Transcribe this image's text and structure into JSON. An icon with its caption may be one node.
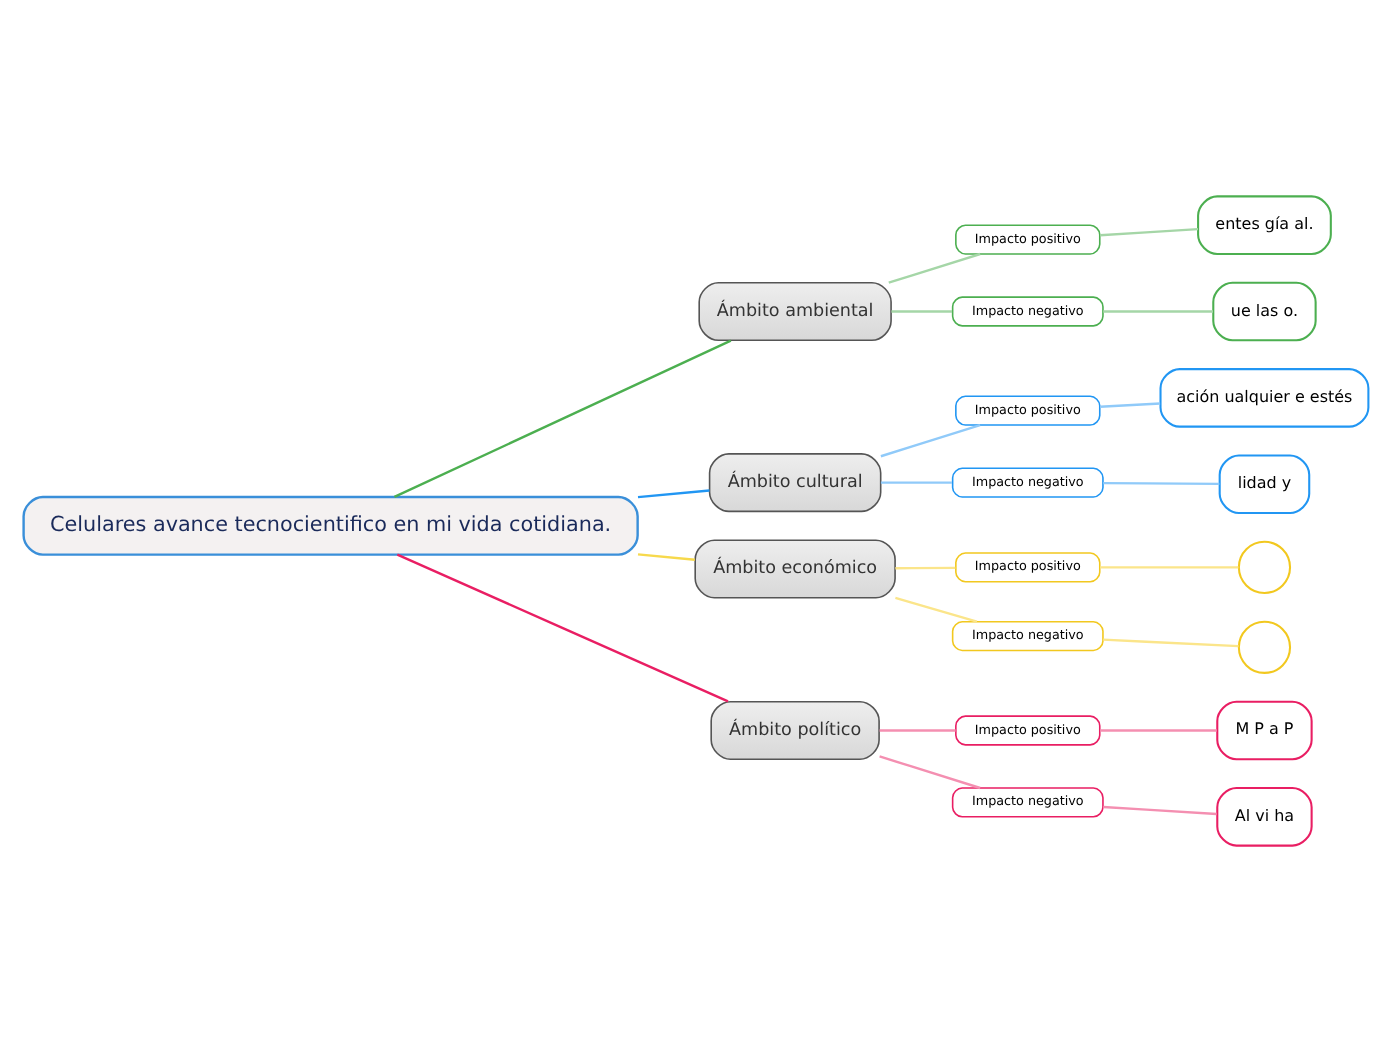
{
  "diagram": {
    "nodes": [
      {
        "text": [
          "Celulares avance tecnocientifico en mi vida cotidiana."
        ]
      },
      {
        "text": [
          "Ámbito ambiental"
        ]
      },
      {
        "text": [
          "Impacto positivo"
        ]
      },
      {
        "text": [
          "entes gía al."
        ]
      },
      {
        "text": [
          "Impacto negativo"
        ]
      },
      {
        "text": [
          "ue las o."
        ]
      },
      {
        "text": [
          "Ámbito cultural"
        ]
      },
      {
        "text": [
          "Impacto positivo"
        ]
      },
      {
        "text": [
          "ación ualquier e estés"
        ]
      },
      {
        "text": [
          "Impacto negativo"
        ]
      },
      {
        "text": [
          "lidad y"
        ]
      },
      {
        "text": [
          "Ámbito económico"
        ]
      },
      {
        "text": [
          "Impacto positivo"
        ]
      },
      {
        "text": [],
        "shape": "circle"
      },
      {
        "text": [
          "Impacto negativo"
        ]
      },
      {
        "text": [],
        "shape": "circle"
      },
      {
        "text": [
          "Ámbito político"
        ]
      },
      {
        "text": [
          "Impacto positivo"
        ]
      },
      {
        "text": [
          "M P a P"
        ]
      },
      {
        "text": [
          "Impacto negativo"
        ]
      },
      {
        "text": [
          "Al vi ha"
        ]
      }
    ],
    "edges": [
      {
        "from": 0,
        "to": 1,
        "arrow": "none",
        "color": "#4caf50"
      },
      {
        "from": 1,
        "to": 2,
        "arrow": "none",
        "color": "#a5d6a7"
      },
      {
        "from": 2,
        "to": 3,
        "arrow": "none",
        "color": "#a5d6a7"
      },
      {
        "from": 1,
        "to": 4,
        "arrow": "none",
        "color": "#a5d6a7"
      },
      {
        "from": 4,
        "to": 5,
        "arrow": "none",
        "color": "#a5d6a7"
      },
      {
        "from": 0,
        "to": 6,
        "arrow": "none",
        "color": "#2196f3"
      },
      {
        "from": 6,
        "to": 7,
        "arrow": "none",
        "color": "#90caf9"
      },
      {
        "from": 7,
        "to": 8,
        "arrow": "none",
        "color": "#90caf9"
      },
      {
        "from": 6,
        "to": 9,
        "arrow": "none",
        "color": "#90caf9"
      },
      {
        "from": 9,
        "to": 10,
        "arrow": "none",
        "color": "#90caf9"
      },
      {
        "from": 0,
        "to": 11,
        "arrow": "none",
        "color": "#f7d94c"
      },
      {
        "from": 11,
        "to": 12,
        "arrow": "none",
        "color": "#fbe58a"
      },
      {
        "from": 12,
        "to": 13,
        "arrow": "none",
        "color": "#fbe58a"
      },
      {
        "from": 11,
        "to": 14,
        "arrow": "none",
        "color": "#fbe58a"
      },
      {
        "from": 14,
        "to": 15,
        "arrow": "none",
        "color": "#fbe58a"
      },
      {
        "from": 0,
        "to": 16,
        "arrow": "none",
        "color": "#e91e63"
      },
      {
        "from": 16,
        "to": 17,
        "arrow": "none",
        "color": "#f48fb1"
      },
      {
        "from": 17,
        "to": 18,
        "arrow": "none",
        "color": "#f48fb1"
      },
      {
        "from": 16,
        "to": 19,
        "arrow": "none",
        "color": "#f48fb1"
      },
      {
        "from": 19,
        "to": 20,
        "arrow": "none",
        "color": "#f48fb1"
      }
    ]
  }
}
